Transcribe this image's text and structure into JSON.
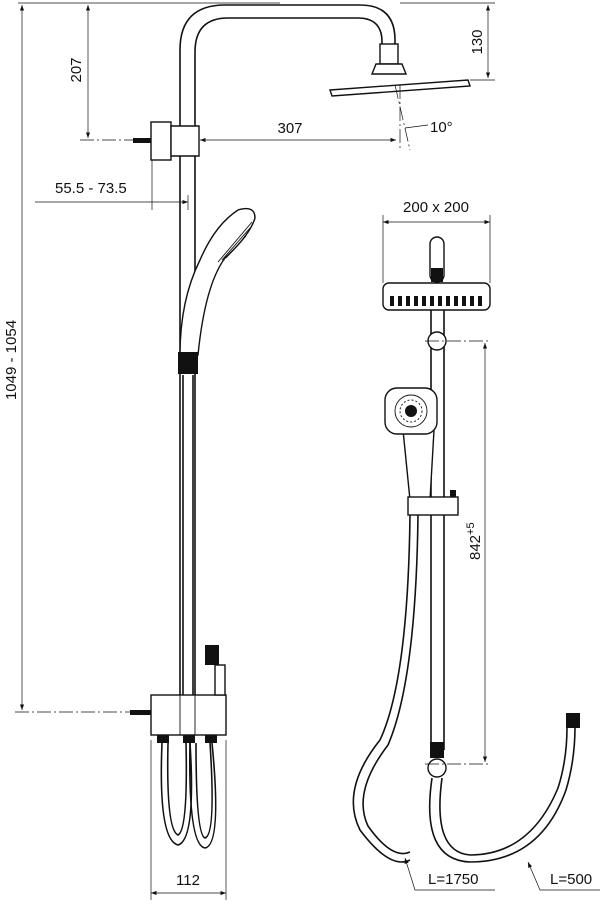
{
  "dimensions": {
    "arm_drop": "207",
    "head_height": "130",
    "arm_reach": "307",
    "head_tilt": "10°",
    "wall_distance": "55.5 - 73.5",
    "total_height": "1049 - 1054",
    "head_size": "200 x 200",
    "rail_length": "842",
    "rail_tolerance": "+5",
    "mixer_width": "112",
    "hose_long": "L=1750",
    "hose_short": "L=500"
  }
}
